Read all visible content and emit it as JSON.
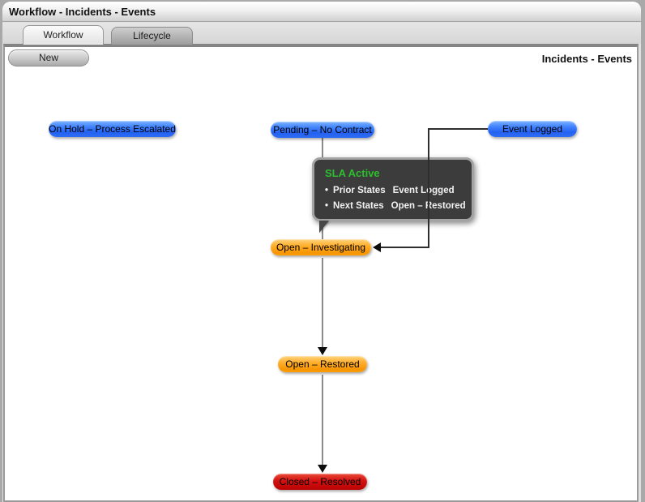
{
  "window": {
    "title": "Workflow - Incidents - Events"
  },
  "tabs": {
    "workflow": "Workflow",
    "lifecycle": "Lifecycle"
  },
  "toolbar": {
    "new_label": "New"
  },
  "content": {
    "heading": "Incidents - Events"
  },
  "diagram": {
    "nodes": {
      "on_hold": {
        "label": "On Hold – Process Escalated",
        "color": "#2e6ef5"
      },
      "pending": {
        "label": "Pending – No Contract",
        "color": "#2e6ef5"
      },
      "event_logged": {
        "label": "Event Logged",
        "color": "#2e6ef5"
      },
      "investigating": {
        "label": "Open – Investigating",
        "color": "#f79500"
      },
      "restored": {
        "label": "Open – Restored",
        "color": "#f79500"
      },
      "closed": {
        "label": "Closed – Resolved",
        "color": "#c40808"
      }
    },
    "tooltip": {
      "title": "SLA Active",
      "title_color": "#2ebd2e",
      "bullet": "•",
      "rows": [
        {
          "label": "Prior States",
          "value": "Event Logged"
        },
        {
          "label": "Next States",
          "value": "Open – Restored"
        }
      ]
    }
  }
}
